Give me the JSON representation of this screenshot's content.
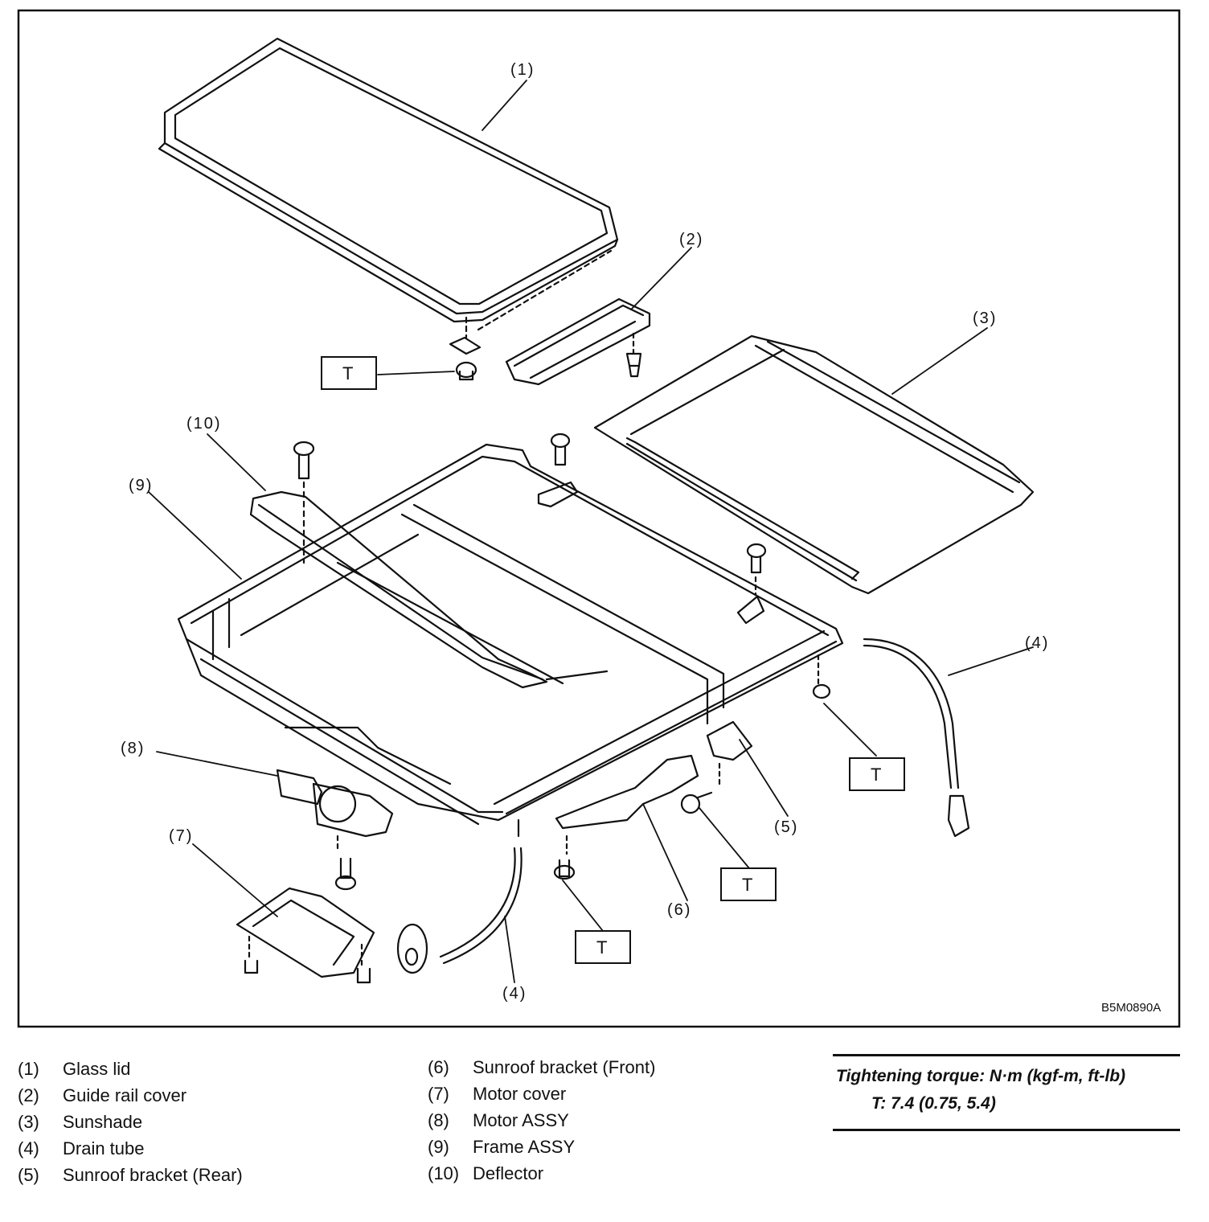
{
  "figure": {
    "code": "B5M0890A",
    "callouts": [
      "(1)",
      "(2)",
      "(3)",
      "(4)",
      "(5)",
      "(6)",
      "(7)",
      "(8)",
      "(9)",
      "(10)"
    ],
    "torque_mark": "T"
  },
  "legend": {
    "left": [
      {
        "num": "(1)",
        "name": "Glass lid"
      },
      {
        "num": "(2)",
        "name": "Guide rail cover"
      },
      {
        "num": "(3)",
        "name": "Sunshade"
      },
      {
        "num": "(4)",
        "name": "Drain tube"
      },
      {
        "num": "(5)",
        "name": "Sunroof bracket (Rear)"
      }
    ],
    "right": [
      {
        "num": "(6)",
        "name": "Sunroof bracket (Front)"
      },
      {
        "num": "(7)",
        "name": "Motor cover"
      },
      {
        "num": "(8)",
        "name": "Motor ASSY"
      },
      {
        "num": "(9)",
        "name": "Frame ASSY"
      },
      {
        "num": "(10)",
        "name": "Deflector"
      }
    ]
  },
  "torque": {
    "heading": "Tightening torque: N·m (kgf-m, ft-lb)",
    "value": "T: 7.4 (0.75, 5.4)"
  }
}
